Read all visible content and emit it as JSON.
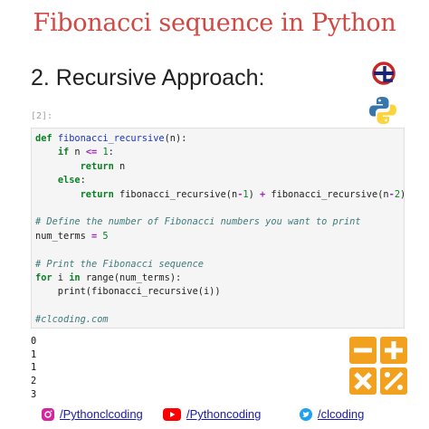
{
  "title": "Fibonacci sequence in Python",
  "heading": "2. Recursive Approach:",
  "cell": {
    "prompt": "[2]:",
    "code": [
      [
        {
          "t": "def",
          "c": "kw"
        },
        {
          "t": " "
        },
        {
          "t": "fibonacci_recursive",
          "c": "fn"
        },
        {
          "t": "(n):"
        }
      ],
      [
        {
          "t": "    "
        },
        {
          "t": "if",
          "c": "kw"
        },
        {
          "t": " n "
        },
        {
          "t": "<=",
          "c": "op"
        },
        {
          "t": " "
        },
        {
          "t": "1",
          "c": "num"
        },
        {
          "t": ":"
        }
      ],
      [
        {
          "t": "        "
        },
        {
          "t": "return",
          "c": "kw"
        },
        {
          "t": " n"
        }
      ],
      [
        {
          "t": "    "
        },
        {
          "t": "else",
          "c": "kw"
        },
        {
          "t": ":"
        }
      ],
      [
        {
          "t": "        "
        },
        {
          "t": "return",
          "c": "kw"
        },
        {
          "t": " fibonacci_recursive(n"
        },
        {
          "t": "-",
          "c": "op"
        },
        {
          "t": "1",
          "c": "num"
        },
        {
          "t": ") "
        },
        {
          "t": "+",
          "c": "op"
        },
        {
          "t": " fibonacci_recursive(n"
        },
        {
          "t": "-",
          "c": "op"
        },
        {
          "t": "2",
          "c": "num"
        },
        {
          "t": ")"
        }
      ],
      [],
      [
        {
          "t": "# Define the number of Fibonacci numbers you want to print",
          "c": "cm"
        }
      ],
      [
        {
          "t": "num_terms "
        },
        {
          "t": "=",
          "c": "op"
        },
        {
          "t": " "
        },
        {
          "t": "5",
          "c": "num"
        }
      ],
      [],
      [
        {
          "t": "# Print the Fibonacci sequence",
          "c": "cm"
        }
      ],
      [
        {
          "t": "for",
          "c": "kw"
        },
        {
          "t": " i "
        },
        {
          "t": "in",
          "c": "kw"
        },
        {
          "t": " range(num_terms):"
        }
      ],
      [
        {
          "t": "    print(fibonacci_recursive(i))"
        }
      ],
      [],
      [
        {
          "t": "#clcoding.com",
          "c": "cm"
        }
      ]
    ]
  },
  "output": [
    "0",
    "1",
    "1",
    "2",
    "3"
  ],
  "footer": {
    "instagram": "/Pythonclcoding",
    "youtube": "/Pythoncoding",
    "twitter": "/clcoding"
  },
  "icons": {
    "cl_logo": "clcoding-logo",
    "python_logo": "python-logo-icon",
    "calculator": "calculator-icon",
    "instagram": "instagram-icon",
    "youtube": "youtube-icon",
    "twitter": "twitter-icon"
  },
  "colors": {
    "title": "#cf4a44",
    "code_bg": "#f5f5f5",
    "keyword": "#0a7f24",
    "comment": "#3d7a7a",
    "calc_tile": "#f2a11f"
  }
}
